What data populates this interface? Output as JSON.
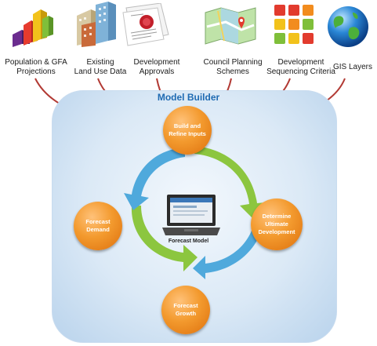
{
  "sources": [
    {
      "label": "Population & GFA\nProjections",
      "icon": "bar-chart-icon"
    },
    {
      "label": "Existing\nLand Use Data",
      "icon": "buildings-icon"
    },
    {
      "label": "Development\nApprovals",
      "icon": "certificate-icon"
    },
    {
      "label": "Council Planning\nSchemes",
      "icon": "map-icon"
    },
    {
      "label": "Development\nSequencing Criteria",
      "icon": "color-grid-icon"
    },
    {
      "label": "GIS Layers",
      "icon": "globe-icon"
    }
  ],
  "model_builder": {
    "title": "Model Builder",
    "nodes": {
      "top": "Build and\nRefine Inputs",
      "left": "Forecast\nDemand",
      "right": "Determine\nUltimate\nDevelopment",
      "bottom": "Forecast\nGrowth"
    },
    "center_caption": "Forecast Model"
  },
  "colors": {
    "arrow": "#b23a34",
    "orb": "#f39a2e",
    "cycle_blue": "#4fa9dc",
    "cycle_green": "#8cc63f",
    "title": "#1f6bb3"
  }
}
